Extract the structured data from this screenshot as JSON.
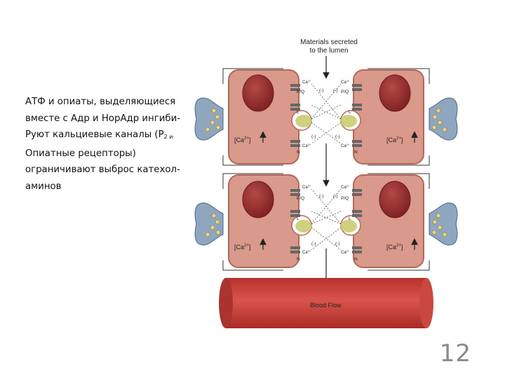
{
  "text": {
    "line1": "АТФ и  опиаты, выделяющиеся",
    "line2": "вместе с Адр и НорАдр ингиби-",
    "line3_a": "Руют кальциевые каналы  (P",
    "line3_sub": "2 и",
    "line4": "Опиатные рецепторы)",
    "line5": "ограничивают выброс катехол-",
    "line6": "аминов"
  },
  "page_number": "12",
  "diagram": {
    "title_line1": "Materials secreted",
    "title_line2": "to the lumen",
    "blood_flow": "Blood Flow",
    "ca_label": "[Ca",
    "ca_sup": "2+",
    "ca_close": "]",
    "channel_ca": "Ca",
    "channel_ca_sup": "2+",
    "left_top": {
      "ch1": "P/Q",
      "ch2": "L",
      "ch3": "N"
    },
    "right_top": {
      "ch1": "P/Q",
      "ch2": "L",
      "ch3": "N"
    },
    "left_bottom": {
      "ch1": "P/Q",
      "ch2": "L",
      "ch3": "N"
    },
    "right_bottom": {
      "ch1": "P/Q",
      "ch2": "L",
      "ch3": "N"
    },
    "inhibit_sign": "(-)"
  },
  "colors": {
    "cell_fill": "#d9998b",
    "cell_stroke": "#b2685a",
    "nucleus": "#8e2a2a",
    "nerve": "#8fa6bf",
    "vesicle": "#e8d38a",
    "blood": "#cf4b43",
    "blood_dark": "#a93430"
  }
}
